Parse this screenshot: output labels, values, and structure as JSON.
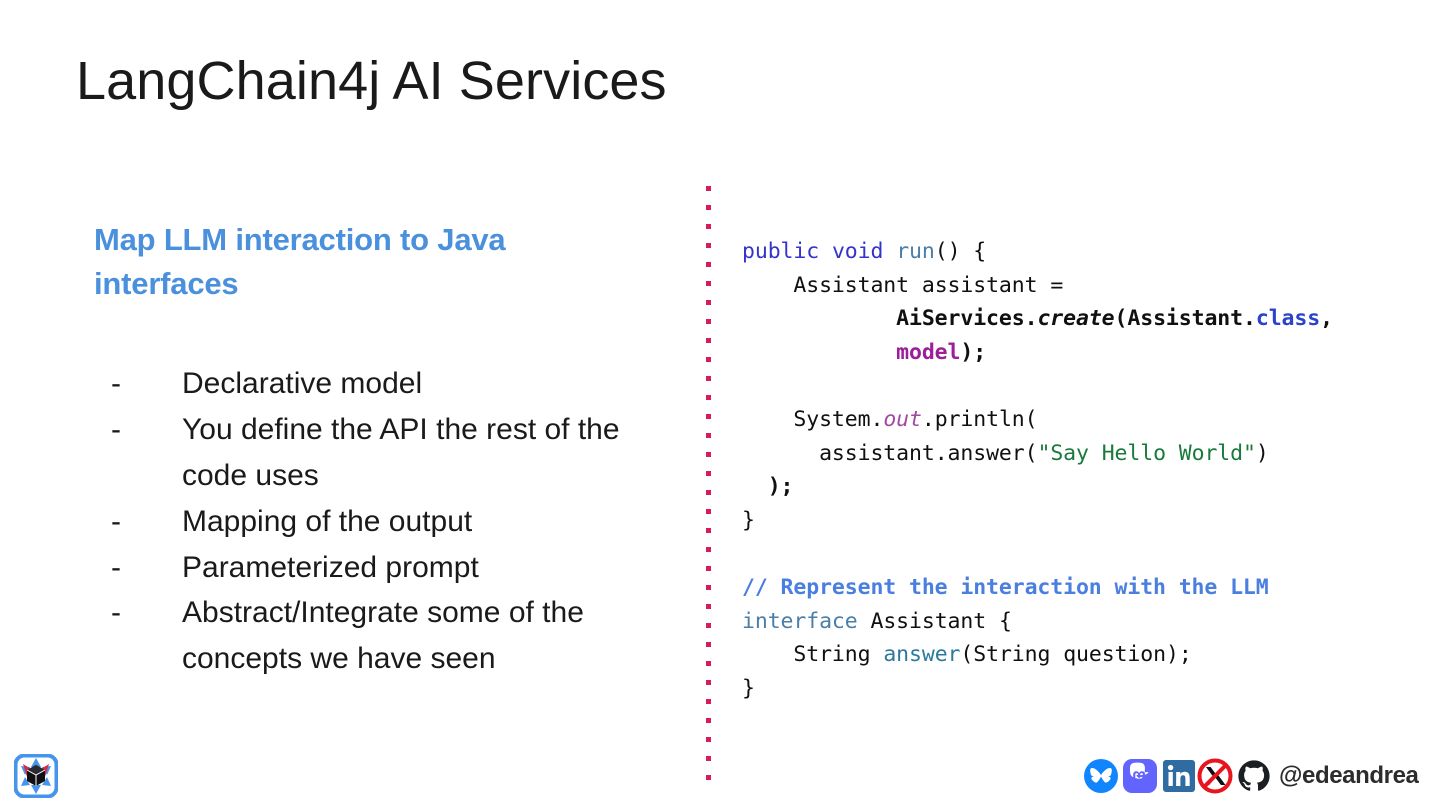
{
  "slide": {
    "title": "LangChain4j AI Services"
  },
  "left": {
    "heading": "Map LLM interaction to Java interfaces",
    "bullet_marker": "-",
    "bullets": [
      "Declarative model",
      "You define the API the rest of the code uses",
      "Mapping of the output",
      "Parameterized prompt",
      "Abstract/Integrate some of the concepts we have seen"
    ]
  },
  "code": {
    "language": "java",
    "lines": [
      "public void run() {",
      "    Assistant assistant =",
      "            AiServices.create(Assistant.class,",
      "            model);",
      "",
      "    System.out.println(",
      "      assistant.answer(\"Say Hello World\")",
      "  );",
      "}",
      "",
      "// Represent the interaction with the LLM",
      "interface Assistant {",
      "    String answer(String question);",
      "}"
    ],
    "tokens": {
      "keyword_public": "public",
      "keyword_void": "void",
      "method_run": "run",
      "type_assistant": "Assistant",
      "var_assistant": "assistant",
      "class_aiservices": "AiServices",
      "method_create": "create",
      "keyword_class": "class",
      "field_model": "model",
      "type_system": "System",
      "field_out": "out",
      "method_println": "println",
      "method_answer": "answer",
      "string_literal": "\"Say Hello World\"",
      "comment": "// Represent the interaction with the LLM",
      "keyword_interface": "interface",
      "type_string": "String",
      "param_question": "question"
    }
  },
  "footer": {
    "handle": "@edeandrea",
    "socials": [
      {
        "name": "bluesky",
        "label": "Bluesky"
      },
      {
        "name": "mastodon",
        "label": "Mastodon"
      },
      {
        "name": "linkedin",
        "label": "LinkedIn"
      },
      {
        "name": "x-twitter-disabled",
        "label": "X (Twitter) — crossed out"
      },
      {
        "name": "github",
        "label": "GitHub"
      }
    ],
    "brand_logo": "quarkus"
  },
  "colors": {
    "accent_blue": "#4a90dd",
    "divider_pink": "#d81b60",
    "code_keyword": "#3434cc",
    "code_string": "#1a7a3c",
    "code_comment": "#4a7fe0",
    "code_field": "#9b1f9b",
    "bluesky": "#1185fe",
    "mastodon": "#6364ff",
    "linkedin": "#2f6ca2",
    "github": "#1b1f23",
    "x_ban_red": "#e8141e",
    "quarkus_blue": "#4695eb"
  }
}
